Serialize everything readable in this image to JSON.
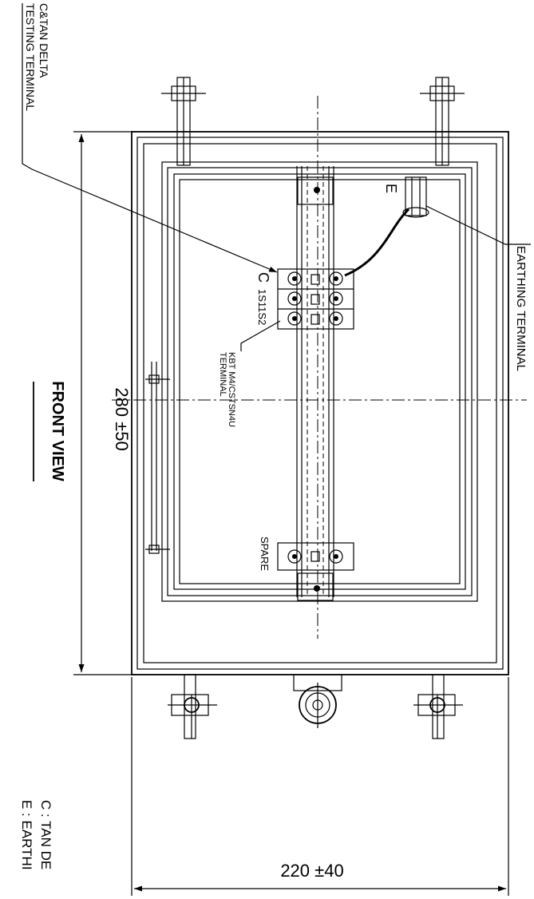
{
  "labels": {
    "testing_terminal_line1": "C&TAN DELTA",
    "testing_terminal_line2": "TESTING TERMINAL",
    "earthing_terminal": "EARTHING TERMINAL",
    "terminal_block_line1": "KBT M4/CSTSN4U",
    "terminal_block_line2": "TERMINAL",
    "terminal_c": "C",
    "terminal_s": "1S11S2",
    "earth_e": "E",
    "spare": "SPARE",
    "view_title": "FRONT VIEW",
    "height_dim": "280 ±50",
    "width_dim": "220 ±40",
    "legend_c": "C : TAN DE",
    "legend_e": "E : EARTHI"
  },
  "colors": {
    "line": "#000000",
    "background": "#ffffff"
  }
}
